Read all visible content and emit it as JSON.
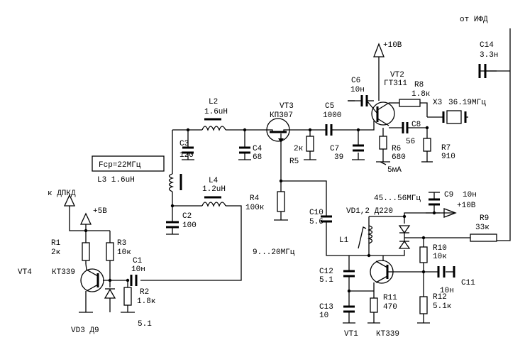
{
  "labels": {
    "from_ifd": "от ИФД",
    "c14": "C14",
    "c14_val": "3.3н",
    "v10_top": "+10В",
    "vt2": "VT2",
    "vt2_type": "ГТ311",
    "c6": "C6",
    "c6_val": "10н",
    "r8": "R8",
    "r8_val": "1.8к",
    "x3": "X3",
    "x3_freq": "36.19МГц",
    "l2": "L2",
    "l2_val": "1.6uH",
    "vt3": "VT3",
    "vt3_type": "КП307",
    "c5": "C5",
    "c5_val": "1000",
    "c8": "C8",
    "c8_val": "56",
    "c3": "C3",
    "c3_val": "120",
    "c4": "C4",
    "c4_val": "68",
    "r5_val": "2к",
    "r5": "R5",
    "c7": "C7",
    "c7_val": "39",
    "r6": "R6",
    "r6_val": "680",
    "r7": "R7",
    "r7_val": "910",
    "current": "5мА",
    "fcp": "Fср=22МГц",
    "l3": "L3  1.6uH",
    "l4": "L4",
    "l4_val": "1.2uH",
    "k_dpkd": "к ДПКД",
    "c2": "C2",
    "c2_val": "100",
    "r4": "R4",
    "r4_val": "100к",
    "freq_range_vd": "45...56МГц",
    "c9": "C9",
    "c9_val": "10н",
    "v10_mid": "+10В",
    "vd12": "VD1,2 Д220",
    "c10": "C10",
    "c10_val": "5.6",
    "l1": "L1",
    "r9": "R9",
    "r9_val": "33к",
    "v5": "+5В",
    "r1": "R1",
    "r1_val": "2к",
    "r3": "R3",
    "r3_val": "10к",
    "r10": "R10",
    "r10_val": "10к",
    "freq_9_20": "9...20МГц",
    "vt4": "VT4",
    "vt4_type": "КТ339",
    "c1": "C1",
    "c1_val": "10н",
    "r2": "R2",
    "r2_val": "1.8к",
    "c12": "C12",
    "c12_val": "5.1",
    "c11": "C11",
    "c11_val": "10н",
    "r11": "R11",
    "r11_val": "470",
    "r12": "R12",
    "r12_val": "5.1к",
    "c13": "C13",
    "c13_val": "10",
    "vd3": "VD3 Д9",
    "val_5_1": "5.1",
    "vt1": "VT1",
    "vt1_type": "КТ339"
  }
}
